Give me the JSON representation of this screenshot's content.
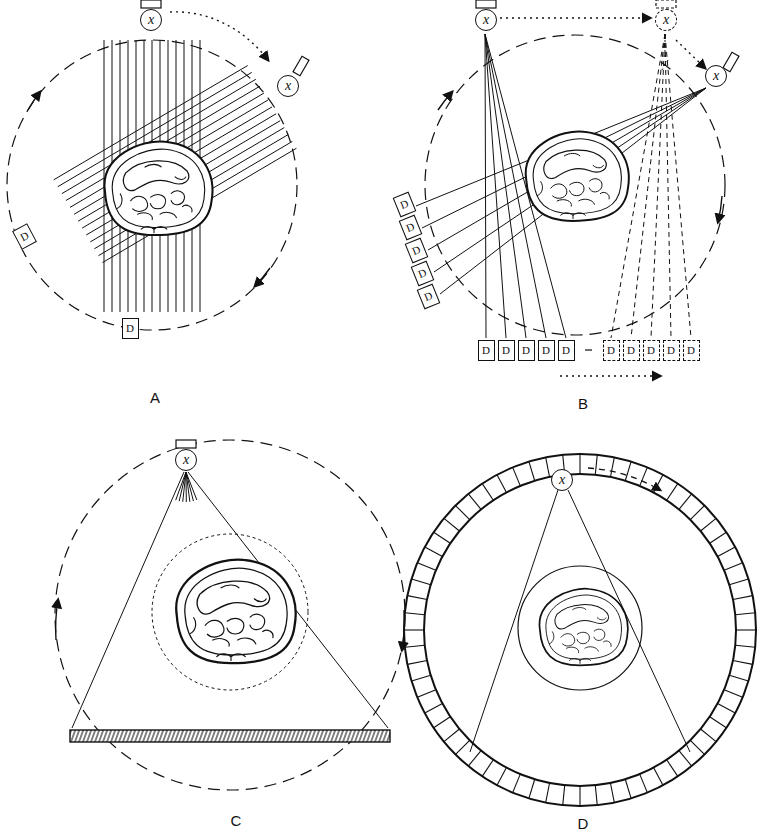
{
  "diagram": {
    "nodes": [
      {
        "text": [
          "x"
        ]
      },
      {
        "text": [
          "x"
        ]
      },
      {
        "text": [
          "D"
        ]
      },
      {
        "text": [
          "D"
        ]
      },
      {
        "text": [
          "x"
        ]
      },
      {
        "text": [
          "x"
        ]
      },
      {
        "text": [
          "x"
        ]
      },
      {
        "text": [
          "D"
        ]
      },
      {
        "text": [
          "D"
        ]
      },
      {
        "text": [
          "D"
        ]
      },
      {
        "text": [
          "D"
        ]
      },
      {
        "text": [
          "D"
        ]
      },
      {
        "text": [
          "D"
        ]
      },
      {
        "text": [
          "D"
        ]
      },
      {
        "text": [
          "D"
        ]
      },
      {
        "text": [
          "D"
        ]
      },
      {
        "text": [
          "D"
        ]
      },
      {
        "text": [
          "D"
        ]
      },
      {
        "text": [
          "D"
        ]
      },
      {
        "text": [
          "D"
        ]
      },
      {
        "text": [
          "D"
        ]
      },
      {
        "text": [
          "D"
        ]
      },
      {
        "text": [
          "x"
        ]
      },
      {
        "text": [
          "x"
        ]
      }
    ],
    "labels": [
      "A",
      "B",
      "C",
      "D"
    ]
  }
}
